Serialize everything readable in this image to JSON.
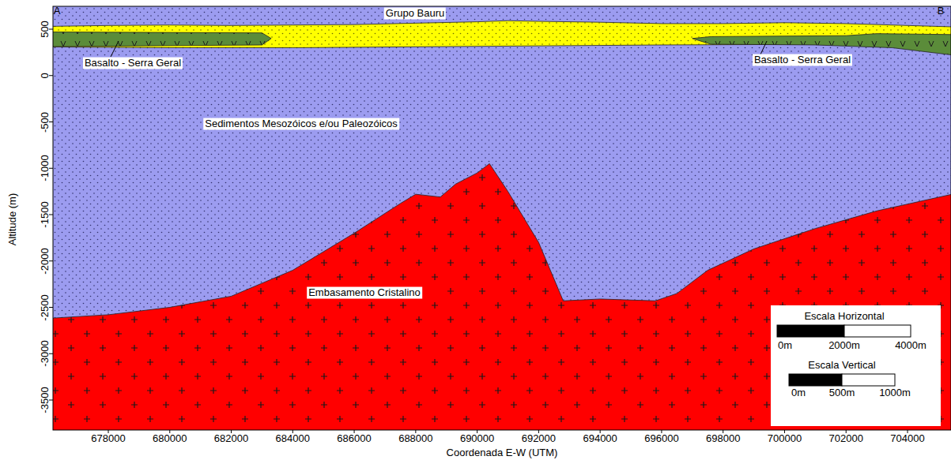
{
  "diagram": {
    "nodes": [
      {
        "text": [
          "Escala Horizontal",
          "0m",
          "2000m",
          "4000m",
          "Escala Vertical",
          "0m",
          "500m",
          "1000m"
        ]
      }
    ],
    "labels": [
      "A",
      "B",
      "Grupo Bauru",
      "Basalto - Serra Geral",
      "Basalto - Serra Geral",
      "Sedimentos Mesozóicos e/ou Paleozóicos",
      "Embasamento Cristalino",
      "500",
      "0",
      "-500",
      "-1000",
      "-1500",
      "-2000",
      "-2500",
      "-3000",
      "-3500",
      "678000",
      "680000",
      "682000",
      "684000",
      "686000",
      "688000",
      "690000",
      "692000",
      "694000",
      "696000",
      "698000",
      "700000",
      "702000",
      "704000",
      "Altitude (m)",
      "Coordenada E-W (UTM)"
    ]
  }
}
